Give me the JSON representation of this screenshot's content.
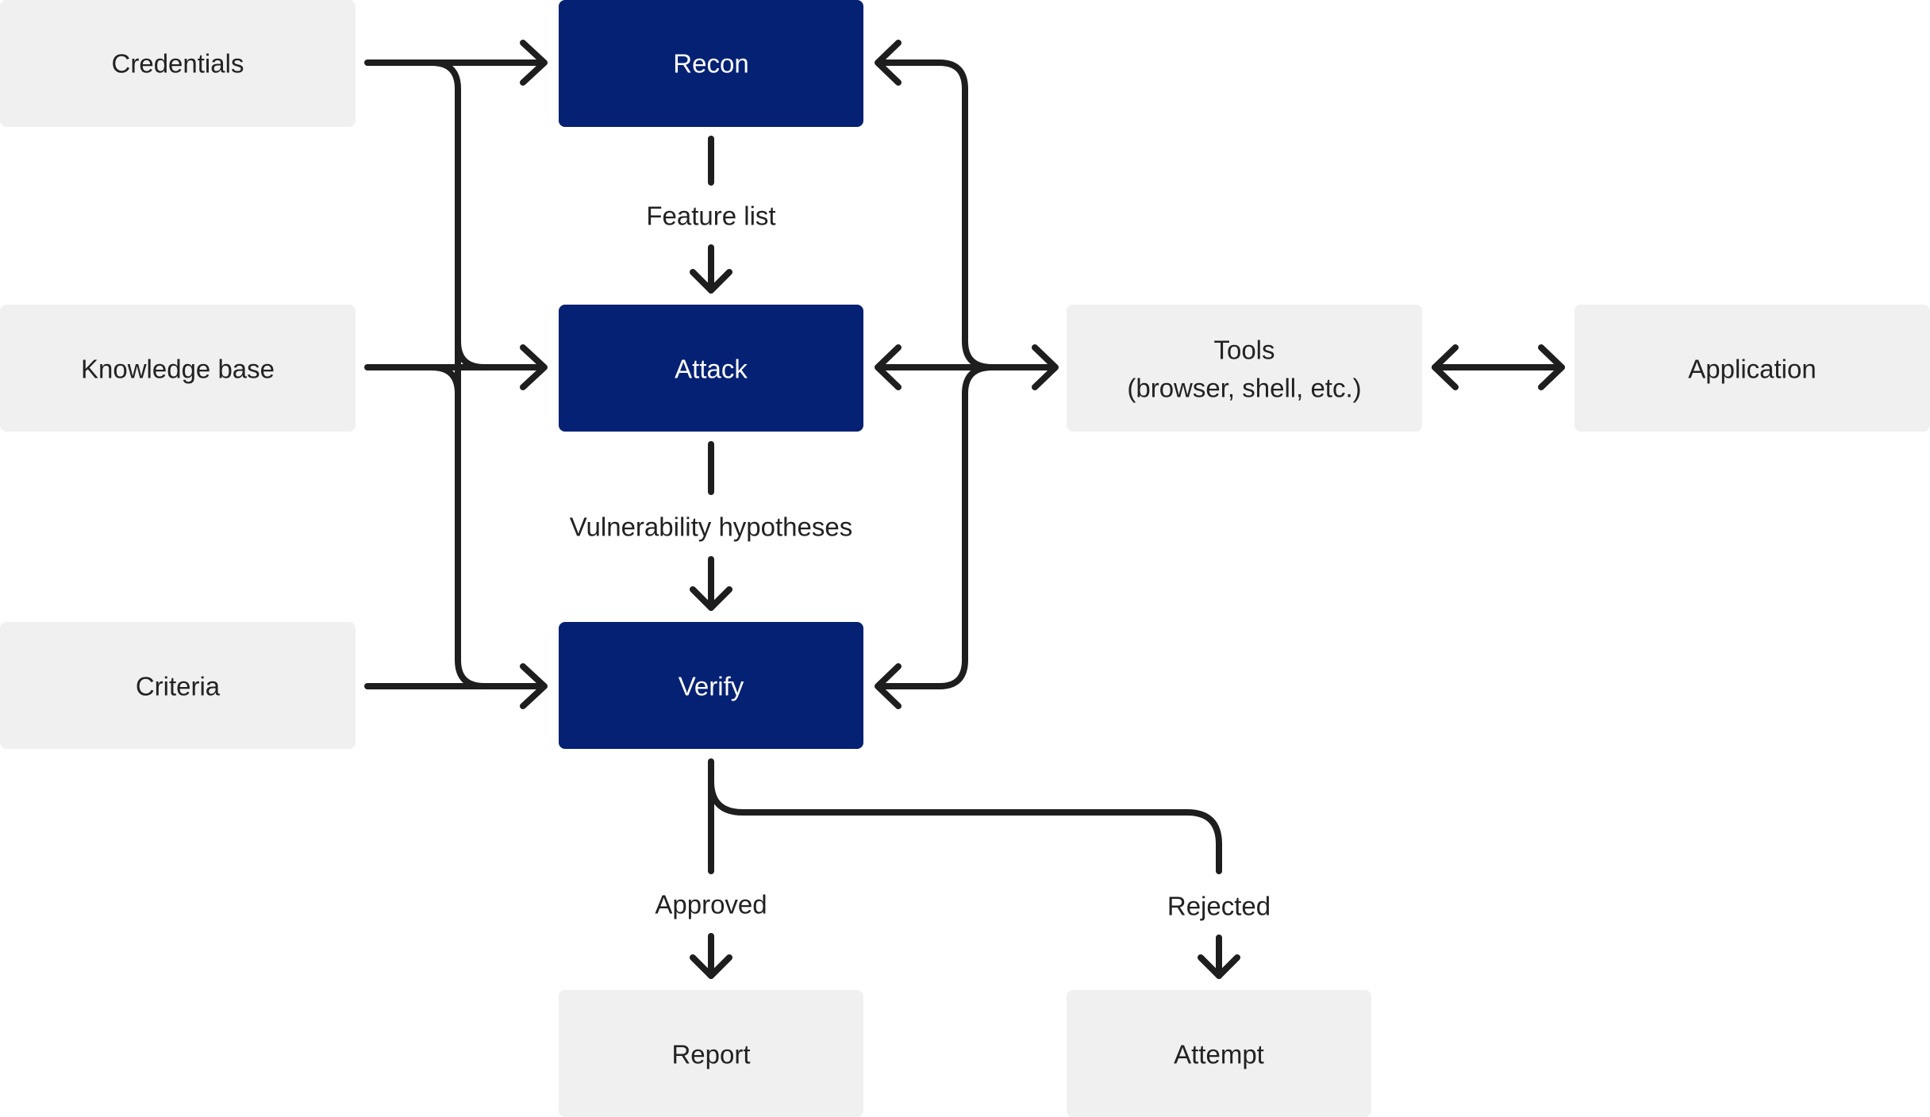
{
  "colors": {
    "stage_fill": "#052173",
    "stage_text": "#ffffff",
    "node_fill": "#f0f0f0",
    "node_text": "#222222",
    "line": "#1e1e1e"
  },
  "inputs": {
    "credentials": "Credentials",
    "knowledge_base": "Knowledge base",
    "criteria": "Criteria"
  },
  "stages": {
    "recon": "Recon",
    "attack": "Attack",
    "verify": "Verify"
  },
  "tools": {
    "line1": "Tools",
    "line2": "(browser, shell, etc.)"
  },
  "application": "Application",
  "outputs": {
    "report": "Report",
    "attempt": "Attempt"
  },
  "edge_labels": {
    "feature_list": "Feature list",
    "vulnerability_hypotheses": "Vulnerability hypotheses",
    "approved": "Approved",
    "rejected": "Rejected"
  }
}
